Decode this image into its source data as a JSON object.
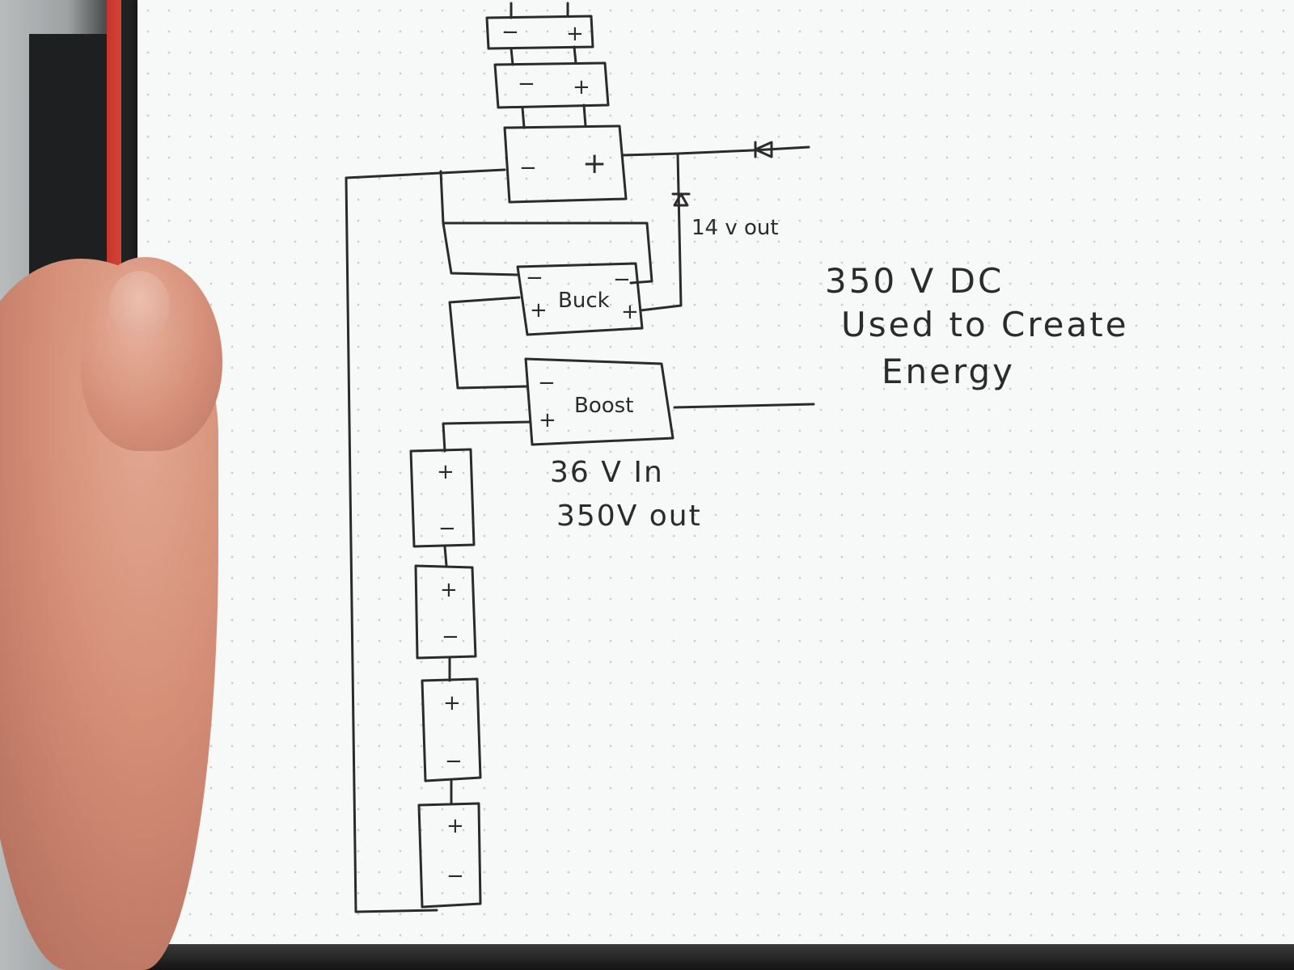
{
  "diagram": {
    "top_cells": [
      {
        "minus": "−",
        "plus": "+"
      },
      {
        "minus": "−",
        "plus": "+"
      },
      {
        "minus": "−",
        "plus": "+"
      }
    ],
    "buck": {
      "label": "Buck",
      "in_minus": "−",
      "in_plus": "+",
      "out_minus": "−",
      "out_plus": "+"
    },
    "boost": {
      "label": "Boost",
      "in_minus": "−",
      "in_plus": "+"
    },
    "bottom_cells": [
      {
        "plus": "+",
        "minus": "−"
      },
      {
        "plus": "+",
        "minus": "−"
      },
      {
        "plus": "+",
        "minus": "−"
      },
      {
        "plus": "+",
        "minus": "−"
      }
    ],
    "labels": {
      "v14_out": "14 v out",
      "boost_in": "36 V In",
      "boost_out": "350V out",
      "dc_line1": "350 V DC",
      "dc_line2": "Used to Create",
      "dc_line3": "Energy"
    }
  },
  "colors": {
    "ink": "#2b2b2b",
    "paper": "#f7f8f8",
    "notebook_cover": "#e14a3f"
  }
}
